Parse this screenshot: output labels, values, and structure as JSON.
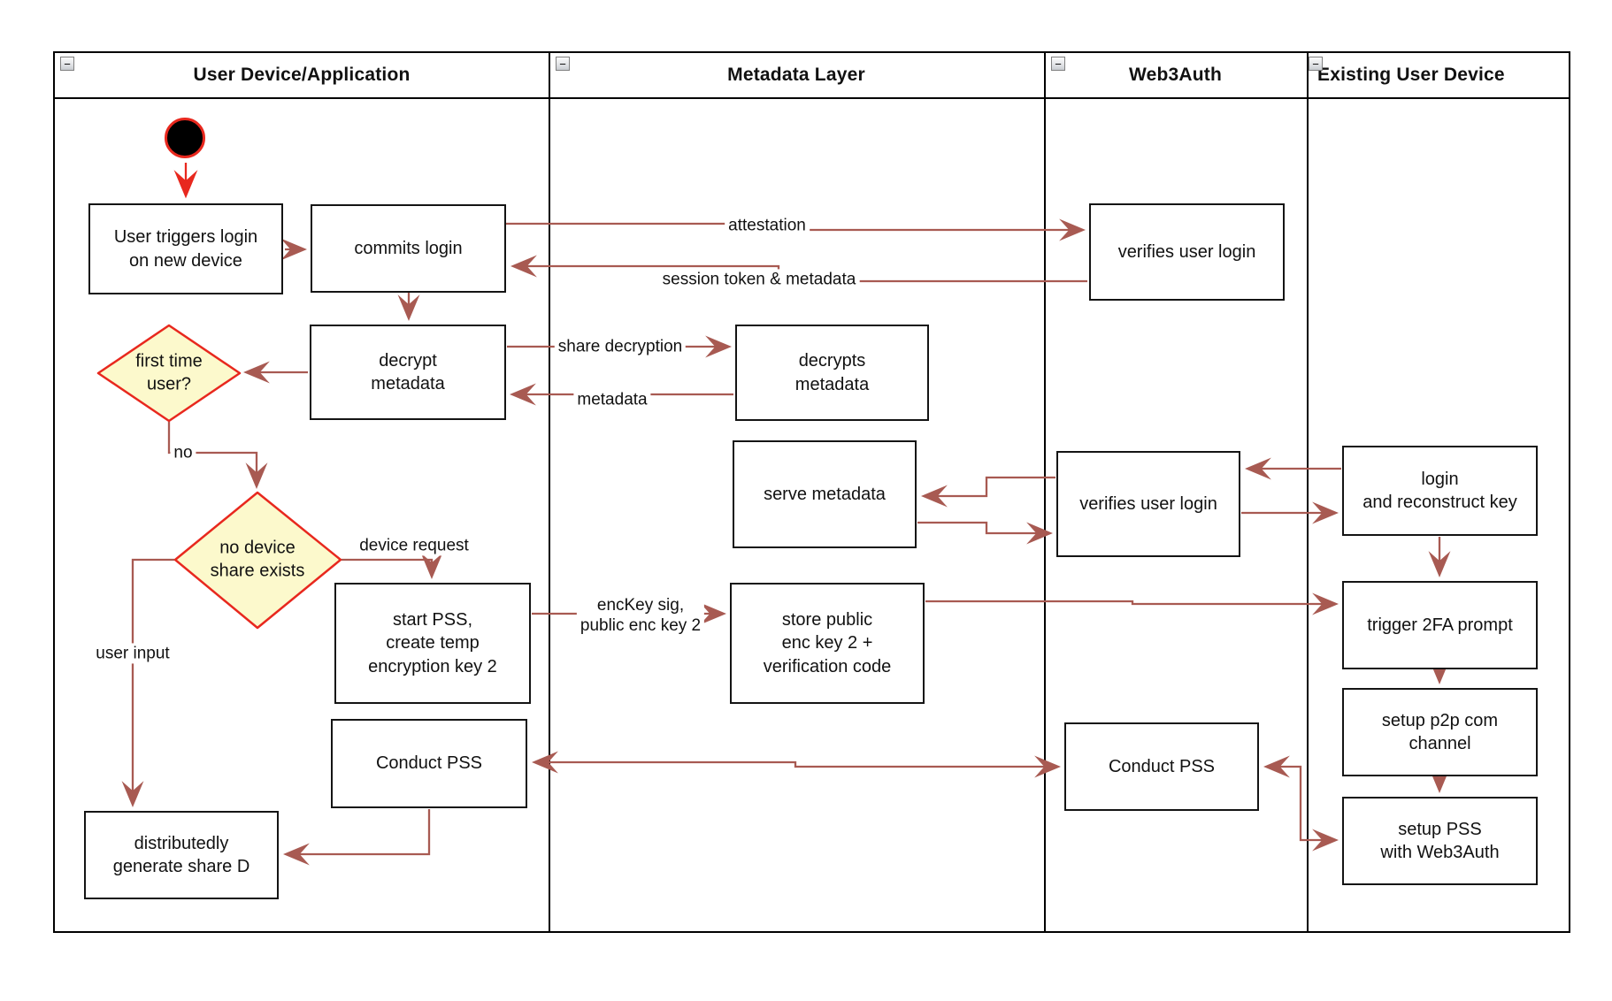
{
  "header": {
    "lanes": [
      {
        "label": "User Device/Application"
      },
      {
        "label": "Metadata Layer"
      },
      {
        "label": "Web3Auth"
      },
      {
        "label": "Existing User Device"
      }
    ]
  },
  "icons": {
    "collapse": "−"
  },
  "nodes": {
    "user_triggers": {
      "label": "User triggers login\non new device"
    },
    "commits_login": {
      "label": "commits login"
    },
    "verifies_login_1": {
      "label": "verifies user login"
    },
    "decrypt_metadata": {
      "label": "decrypt\nmetadata"
    },
    "decrypts_metadata": {
      "label": "decrypts\nmetadata"
    },
    "first_time_user": {
      "label": "first time\nuser?"
    },
    "no_device_share": {
      "label": "no device\nshare exists"
    },
    "start_pss": {
      "label": "start PSS,\ncreate temp\nencryption key 2"
    },
    "store_public": {
      "label": "store public\nenc key 2 +\nverification code"
    },
    "serve_metadata": {
      "label": "serve metadata"
    },
    "verifies_login_2": {
      "label": "verifies user login"
    },
    "login_reconstruct": {
      "label": "login\nand reconstruct key"
    },
    "trigger_2fa": {
      "label": "trigger 2FA prompt"
    },
    "setup_p2p": {
      "label": "setup p2p com\nchannel"
    },
    "setup_pss": {
      "label": "setup PSS\nwith Web3Auth"
    },
    "conduct_pss_user": {
      "label": "Conduct PSS"
    },
    "conduct_pss_web3": {
      "label": "Conduct PSS"
    },
    "generate_share_d": {
      "label": "distributedly\ngenerate share D"
    }
  },
  "edge_labels": {
    "attestation": "attestation",
    "session_token": "session token & metadata",
    "share_decryption": "share decryption",
    "metadata_return": "metadata",
    "no": "no",
    "device_request": "device request",
    "enckey_sig": "encKey sig,\npublic enc key 2",
    "user_input": "user input"
  },
  "colors": {
    "connector": "#a85a52",
    "accent_red": "#e8281e",
    "decision_fill": "#fcf9cc",
    "node_border": "#141414",
    "lane_border": "#000000"
  }
}
